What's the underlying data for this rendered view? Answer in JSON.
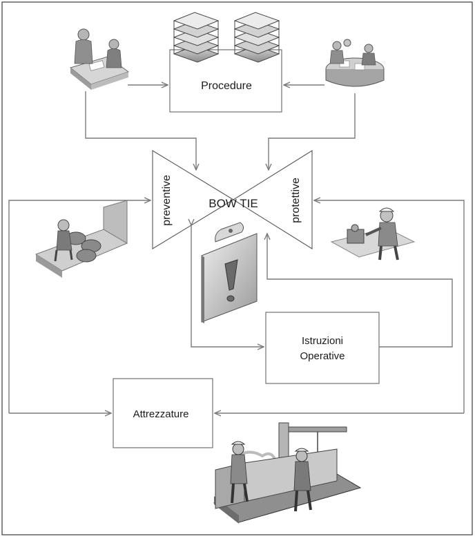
{
  "diagram": {
    "center_label": "BOW TIE",
    "left_triangle_label": "preventive",
    "right_triangle_label": "protettive",
    "procedure_label": "Procedure",
    "istruzioni_label_line1": "Istruzioni",
    "istruzioni_label_line2": "Operative",
    "attrezzature_label": "Attrezzature"
  },
  "colors": {
    "line": "#7a7a7a",
    "box_stroke": "#555555",
    "frame": "#3a3a3a"
  },
  "icons": [
    "meeting-icon",
    "documents-stack-icon",
    "group-meeting-icon",
    "worker-machinery-icon",
    "clipboard-warning-icon",
    "worker-machine-icon",
    "workers-industrial-scene-icon"
  ]
}
